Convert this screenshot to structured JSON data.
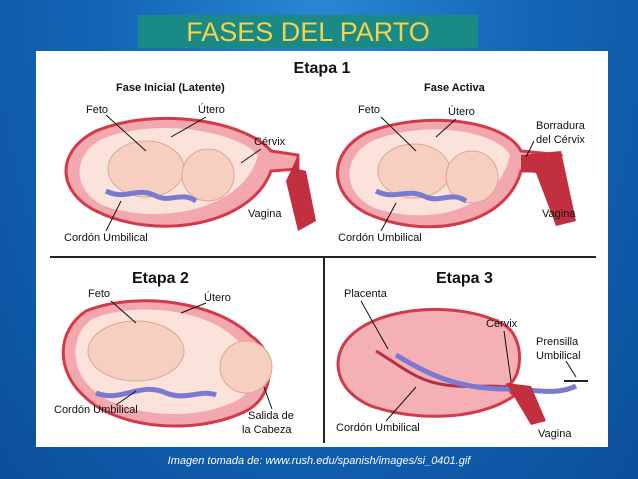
{
  "title": "FASES DEL PARTO",
  "stage1": {
    "heading": "Etapa 1",
    "left": {
      "phase": "Fase Inicial (Latente)",
      "feto": "Feto",
      "utero": "Útero",
      "cervix": "Cérvix",
      "vagina": "Vagina",
      "cordon": "Cordón Umbilical"
    },
    "right": {
      "phase": "Fase Activa",
      "feto": "Feto",
      "utero": "Útero",
      "borradura1": "Borradura",
      "borradura2": "del Cérvix",
      "vagina": "Vagina",
      "cordon": "Cordón Umbilical"
    }
  },
  "stage2": {
    "heading": "Etapa 2",
    "feto": "Feto",
    "utero": "Útero",
    "cordon": "Cordón Umbilical",
    "salida1": "Salida de",
    "salida2": "la Cabeza"
  },
  "stage3": {
    "heading": "Etapa 3",
    "placenta": "Placenta",
    "cervix": "Cérvix",
    "prensilla1": "Prensilla",
    "prensilla2": "Umbilical",
    "cordon": "Cordón Umbilical",
    "vagina": "Vagina"
  },
  "caption": "Imagen tomada de: www.rush.edu/spanish/images/si_0401.gif"
}
